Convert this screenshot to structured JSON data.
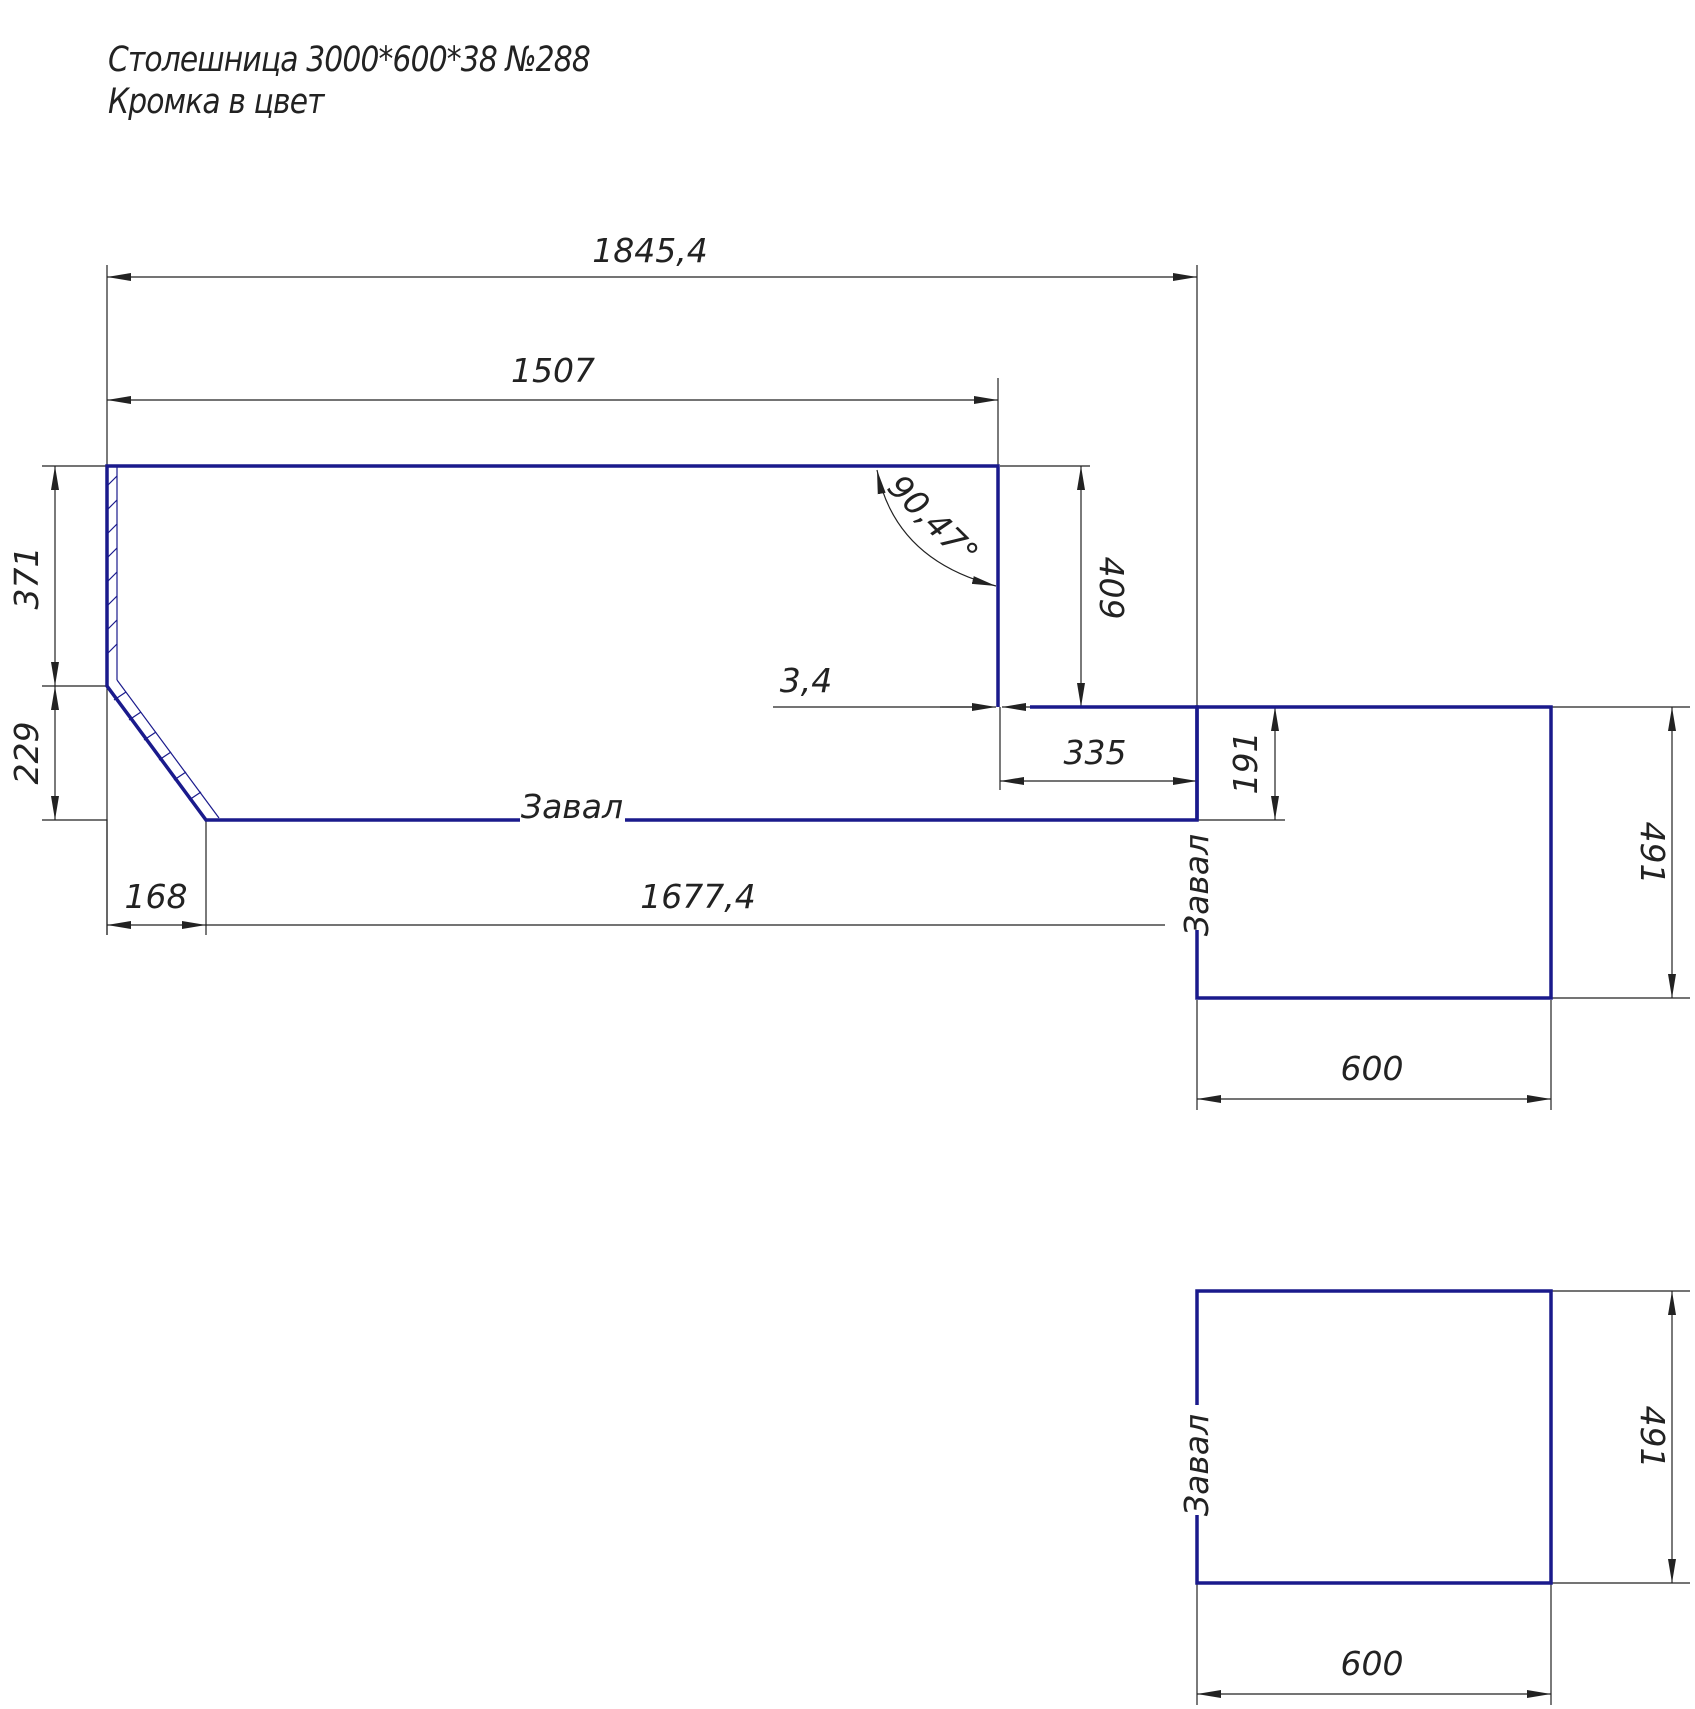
{
  "header": {
    "line1": "Столешница 3000*600*38 №288",
    "line2": "Кромка в цвет"
  },
  "colors": {
    "outline": "#1a1a8c",
    "dimension": "#222222"
  },
  "dimensions": {
    "overall_width": "1845,4",
    "top_width": "1507",
    "left_upper": "371",
    "left_lower": "229",
    "step_height": "409",
    "angle": "90,47°",
    "offset": "3,4",
    "step_width": "335",
    "small_height": "191",
    "bevel_width": "168",
    "bottom_width": "1677,4",
    "part2_height": "491",
    "part2_width": "600",
    "part3_height": "491",
    "part3_width": "600"
  },
  "labels": {
    "zaval_bottom": "Завал",
    "zaval_part2": "Завал",
    "zaval_part3": "Завал"
  }
}
